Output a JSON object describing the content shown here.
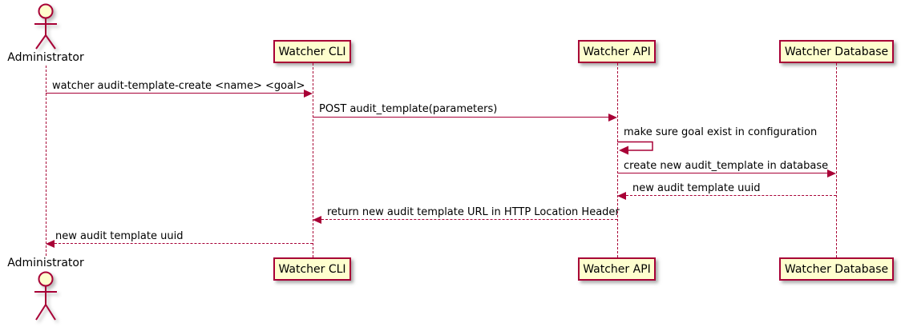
{
  "diagram": {
    "type": "plantuml-sequence",
    "colors": {
      "participant_fill": "#FEFECE",
      "stroke": "#A80036",
      "text": "#000000",
      "background": "#FFFFFF"
    },
    "actor": {
      "name": "Administrator"
    },
    "participants": [
      {
        "label": "Watcher CLI"
      },
      {
        "label": "Watcher API"
      },
      {
        "label": "Watcher Database"
      }
    ],
    "messages": [
      {
        "from": "Administrator",
        "to": "Watcher CLI",
        "style": "solid",
        "label": "watcher audit-template-create <name> <goal>"
      },
      {
        "from": "Watcher CLI",
        "to": "Watcher API",
        "style": "solid",
        "label": "POST audit_template(parameters)"
      },
      {
        "from": "Watcher API",
        "to": "Watcher API",
        "style": "self",
        "label": "make sure goal exist in configuration"
      },
      {
        "from": "Watcher API",
        "to": "Watcher Database",
        "style": "solid",
        "label": "create new audit_template in database"
      },
      {
        "from": "Watcher Database",
        "to": "Watcher API",
        "style": "dashed",
        "label": "new audit template uuid"
      },
      {
        "from": "Watcher API",
        "to": "Watcher CLI",
        "style": "dashed",
        "label": "return new audit template URL in HTTP Location Header"
      },
      {
        "from": "Watcher CLI",
        "to": "Administrator",
        "style": "dashed",
        "label": "new audit template uuid"
      }
    ]
  }
}
